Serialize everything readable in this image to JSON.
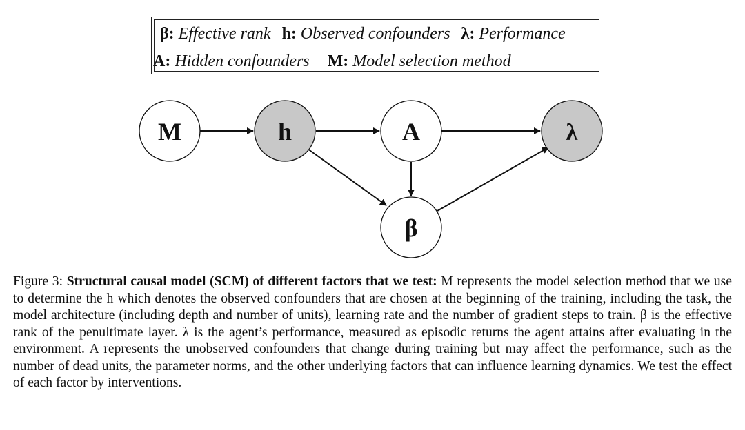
{
  "legend": {
    "items": [
      {
        "symbol": "β:",
        "label": "Effective rank"
      },
      {
        "symbol": "h:",
        "label": "Observed confounders"
      },
      {
        "symbol": "λ:",
        "label": "Performance"
      },
      {
        "symbol": "A:",
        "label": "Hidden confounders"
      },
      {
        "symbol": "M:",
        "label": "Model selection method"
      }
    ]
  },
  "nodes": {
    "M": {
      "label": "M",
      "shaded": false
    },
    "h": {
      "label": "h",
      "shaded": true
    },
    "A": {
      "label": "A",
      "shaded": false
    },
    "lambda": {
      "label": "λ",
      "shaded": true
    },
    "beta": {
      "label": "β",
      "shaded": false
    }
  },
  "edges": [
    [
      "M",
      "h"
    ],
    [
      "h",
      "A"
    ],
    [
      "A",
      "lambda"
    ],
    [
      "h",
      "beta"
    ],
    [
      "A",
      "beta"
    ],
    [
      "beta",
      "lambda"
    ]
  ],
  "colors": {
    "shaded_fill": "#c8c8c8",
    "plain_fill": "#ffffff",
    "stroke": "#111111"
  },
  "caption": {
    "prefix": "Figure 3: ",
    "bold_title": "Structural causal model (SCM) of different factors that we test:",
    "text": "M represents the model selection method that we use to determine the h which denotes the observed confounders that are chosen at the beginning of the training, including the task, the model architecture (including depth and number of units), learning rate and the number of gradient steps to train. β is the effective rank of the penultimate layer. λ is the agent’s performance, measured as episodic returns the agent attains after evaluating in the environment. A represents the unobserved confounders that change during training but may affect the performance, such as the number of dead units, the parameter norms, and the other underlying factors that can influence learning dynamics. We test the effect of each factor by interventions."
  }
}
